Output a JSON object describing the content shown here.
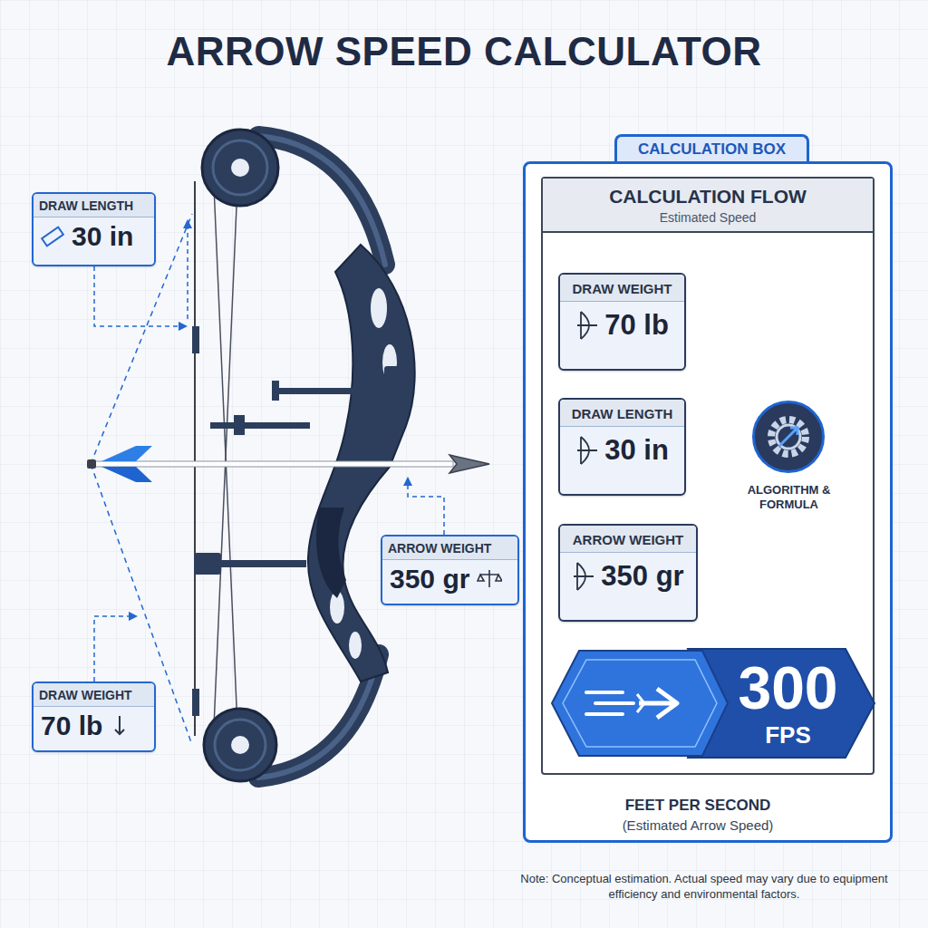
{
  "diagram": {
    "title": "ARROW SPEED CALCULATOR",
    "nodes": [
      {
        "text": [
          "DRAW LENGTH",
          "30 in"
        ]
      },
      {
        "text": [
          "ARROW WEIGHT",
          "350 gr"
        ]
      },
      {
        "text": [
          "DRAW WEIGHT",
          "70 lb"
        ]
      },
      {
        "text": [
          "CALCULATION BOX"
        ]
      },
      {
        "text": [
          "CALCULATION FLOW",
          "Estimated Speed"
        ],
        "in": 3
      },
      {
        "text": [
          "DRAW WEIGHT",
          "70 lb"
        ],
        "in": 4
      },
      {
        "text": [
          "DRAW LENGTH",
          "30 in"
        ],
        "in": 4
      },
      {
        "text": [
          "ARROW WEIGHT",
          "350 gr"
        ],
        "in": 4
      },
      {
        "text": [
          "ALGORITHM & FORMULA"
        ],
        "in": 4
      },
      {
        "text": [
          "300",
          "FPS"
        ],
        "in": 4
      }
    ],
    "edges": [
      {
        "from": 5,
        "to": 8,
        "arrow": "to"
      },
      {
        "from": 6,
        "to": 8,
        "arrow": "to"
      },
      {
        "from": 7,
        "to": 8,
        "arrow": "to"
      }
    ],
    "labels": [
      "FEET PER SECOND",
      "(Estimated Arrow Speed)",
      "Note: Conceptual estimation. Actual speed may vary due to equipment efficiency and environmental factors."
    ]
  }
}
